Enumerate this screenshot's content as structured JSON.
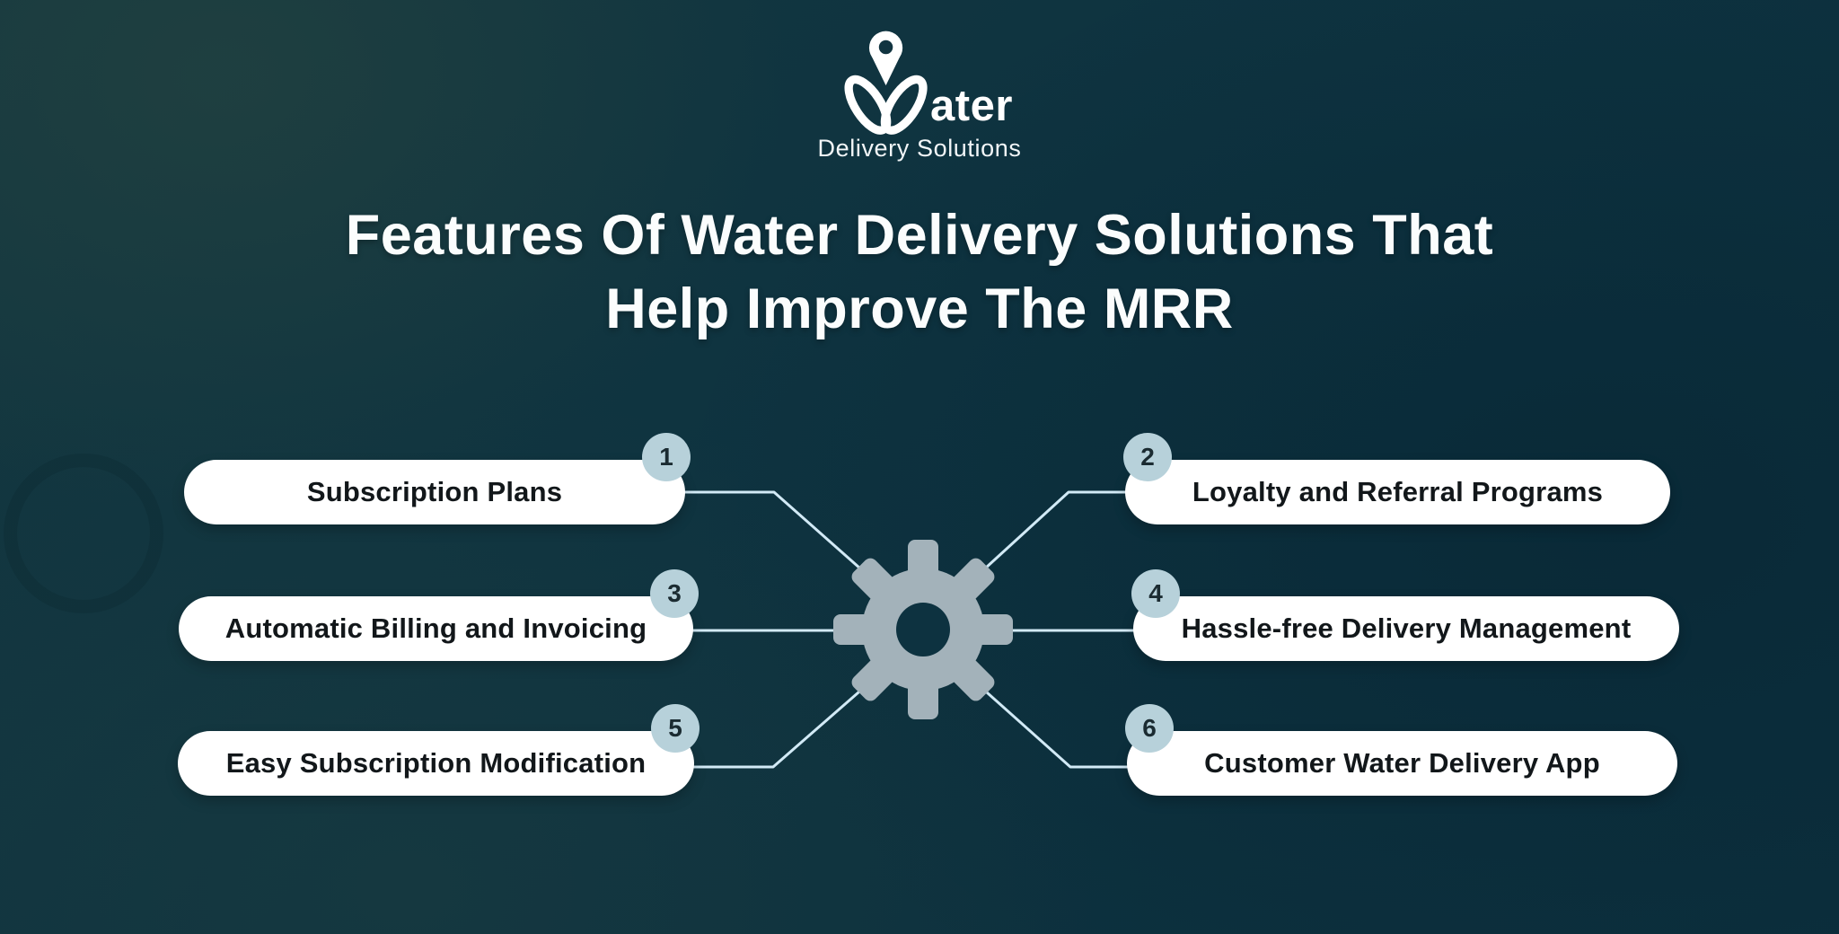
{
  "logo": {
    "pin_icon": "location-pin-icon",
    "mark": "w-monogram",
    "suffix": "ater",
    "subtitle": "Delivery Solutions"
  },
  "title": {
    "line1": "Features Of Water Delivery Solutions That",
    "line2": "Help Improve The MRR"
  },
  "center_icon": "gear-icon",
  "features": [
    {
      "number": "1",
      "label": "Subscription Plans",
      "side": "left"
    },
    {
      "number": "2",
      "label": "Loyalty and Referral Programs",
      "side": "right"
    },
    {
      "number": "3",
      "label": "Automatic Billing and Invoicing",
      "side": "left"
    },
    {
      "number": "4",
      "label": "Hassle-free Delivery Management",
      "side": "right"
    },
    {
      "number": "5",
      "label": "Easy Subscription Modification",
      "side": "left"
    },
    {
      "number": "6",
      "label": "Customer Water Delivery App",
      "side": "right"
    }
  ],
  "colors": {
    "background": "#0d3140",
    "pill_background": "#ffffff",
    "pill_text": "#12171a",
    "badge_background": "#b7d1da",
    "badge_text": "#1b2b31",
    "connector": "#d2eaf6",
    "gear": "#a3b2ba",
    "title_text": "#fbfdfd",
    "logo_text": "#ffffff"
  }
}
